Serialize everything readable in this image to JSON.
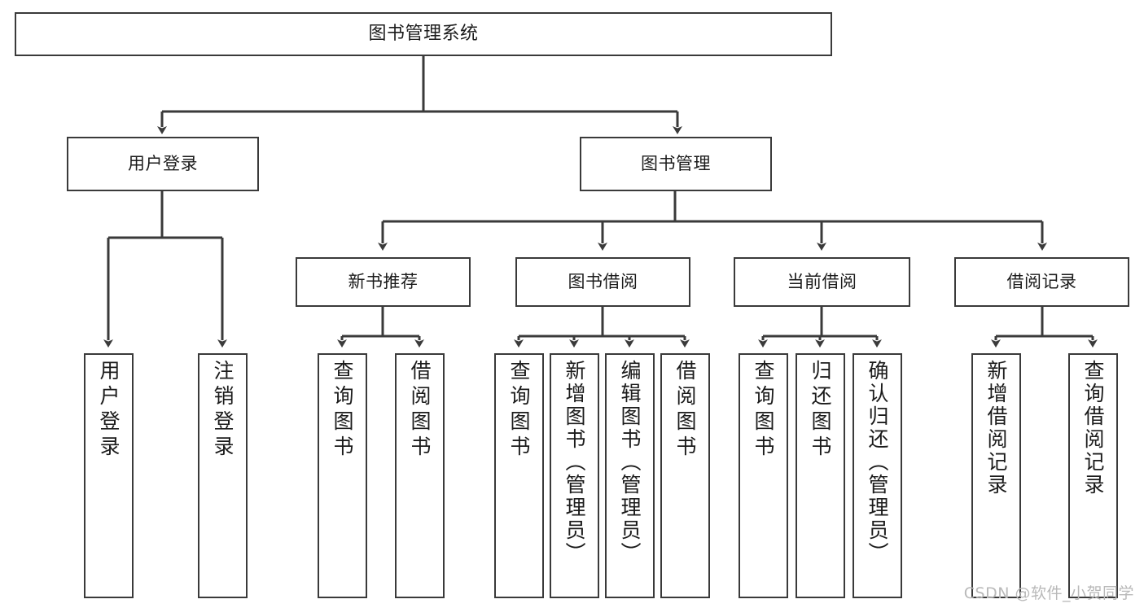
{
  "diagram": {
    "title": "图书管理系统",
    "type": "tree-hierarchy-chart",
    "watermark": "CSDN @软件_小贺同学",
    "colors": {
      "stroke": "#3a3a3a",
      "fill": "#ffffff",
      "text": "#1b1b1b",
      "watermark": "#b9b9b9"
    },
    "nodes": {
      "root": {
        "label": "图书管理系统"
      },
      "level2": [
        {
          "id": "user-login",
          "label": "用户登录"
        },
        {
          "id": "book-manage",
          "label": "图书管理"
        }
      ],
      "level3": [
        {
          "id": "new-book-recommend",
          "label": "新书推荐"
        },
        {
          "id": "book-borrow",
          "label": "图书借阅"
        },
        {
          "id": "current-borrow",
          "label": "当前借阅"
        },
        {
          "id": "borrow-record",
          "label": "借阅记录"
        }
      ],
      "leaves": [
        {
          "id": "leaf-user-login",
          "label": "用户登录",
          "parent": "user-login"
        },
        {
          "id": "leaf-logout-login",
          "label": "注销登录",
          "parent": "user-login"
        },
        {
          "id": "leaf-query-book-1",
          "label": "查询图书",
          "parent": "new-book-recommend"
        },
        {
          "id": "leaf-borrow-book-1",
          "label": "借阅图书",
          "parent": "new-book-recommend"
        },
        {
          "id": "leaf-query-book-2",
          "label": "查询图书",
          "parent": "book-borrow"
        },
        {
          "id": "leaf-add-book",
          "label": "新增图书（管理员）",
          "parent": "book-borrow"
        },
        {
          "id": "leaf-edit-book",
          "label": "编辑图书（管理员）",
          "parent": "book-borrow"
        },
        {
          "id": "leaf-borrow-book-2",
          "label": "借阅图书",
          "parent": "book-borrow"
        },
        {
          "id": "leaf-query-book-3",
          "label": "查询图书",
          "parent": "current-borrow"
        },
        {
          "id": "leaf-return-book",
          "label": "归还图书",
          "parent": "current-borrow"
        },
        {
          "id": "leaf-confirm-return",
          "label": "确认归还（管理员）",
          "parent": "current-borrow"
        },
        {
          "id": "leaf-add-record",
          "label": "新增借阅记录",
          "parent": "borrow-record"
        },
        {
          "id": "leaf-query-record",
          "label": "查询借阅记录",
          "parent": "borrow-record"
        }
      ]
    }
  }
}
